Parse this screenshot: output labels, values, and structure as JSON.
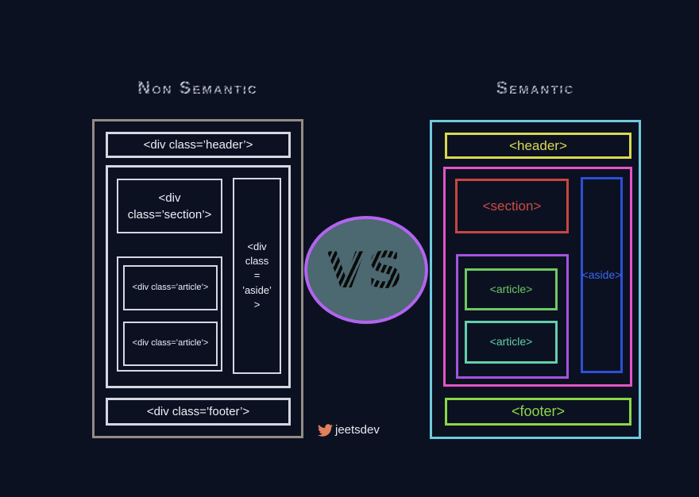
{
  "titles": {
    "left": "Non Semantic",
    "right": "Semantic"
  },
  "versus": {
    "label": "VS"
  },
  "non_semantic": {
    "header": "<div class=’header’>",
    "section": [
      "<div",
      "class=’section’>"
    ],
    "article_top": "<div class=’article’>",
    "article_bottom": "<div class=’article’>",
    "aside": [
      "<div",
      "class",
      "=",
      "’aside’",
      ">"
    ],
    "footer": "<div class=’footer’>"
  },
  "semantic": {
    "header": "<header>",
    "section": "<section>",
    "article_top": "<article>",
    "article_bottom": "<article>",
    "aside": "<aside>",
    "footer": "<footer>"
  },
  "credit": {
    "handle": "jeetsdev"
  },
  "icons": {
    "twitter": "twitter-bird-icon"
  },
  "colors": {
    "background": "#0c1122",
    "left_panel_border": "#948b84",
    "left_inner_border": "#d6d7e1",
    "left_text": "#eceef5",
    "title_gray": "#9aa0ae",
    "cyan": "#6fcadd",
    "yellow": "#d9d94e",
    "magenta": "#e455c4",
    "red": "#c9453e",
    "purple": "#a155dd",
    "green": "#6fc963",
    "mint": "#63cfa9",
    "blue": "#2c50d8",
    "lime": "#8bd648",
    "vs_fill": "#4c6870",
    "vs_border": "#b264ef",
    "twitter_orange": "#e0815c"
  }
}
